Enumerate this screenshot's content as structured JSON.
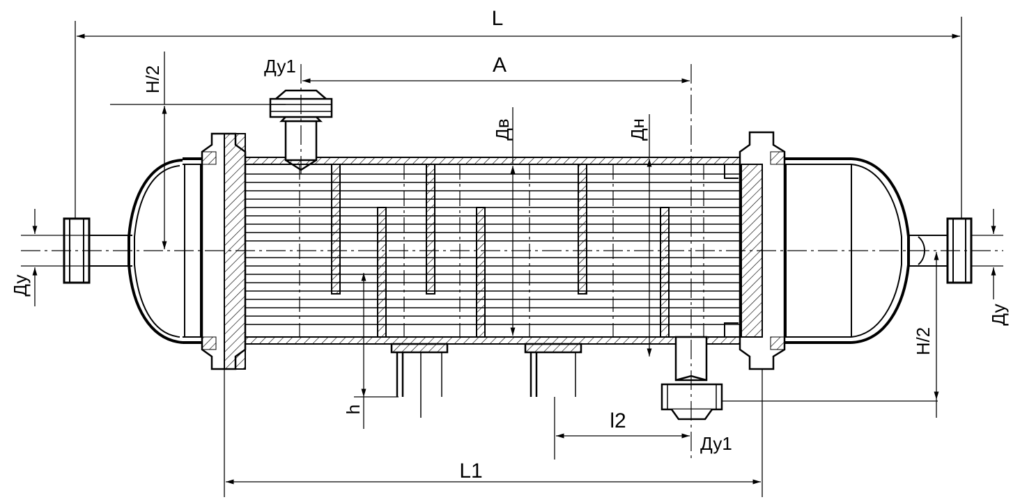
{
  "diagram": {
    "labels": {
      "overall_length": "L",
      "nozzle_spacing": "A",
      "bundle_length": "L1",
      "nozzle_gap": "l2",
      "inner_diameter": "Дв",
      "outer_diameter": "Дн",
      "half_height_left": "H/2",
      "half_height_right": "H/2",
      "nozzle_height": "h",
      "nozzle_dn_left": "Ду",
      "nozzle_dn_right": "Ду",
      "branch_dn_top": "Ду1",
      "branch_dn_bottom": "Ду1"
    },
    "colors": {
      "line": "#000000",
      "background": "#ffffff"
    }
  }
}
